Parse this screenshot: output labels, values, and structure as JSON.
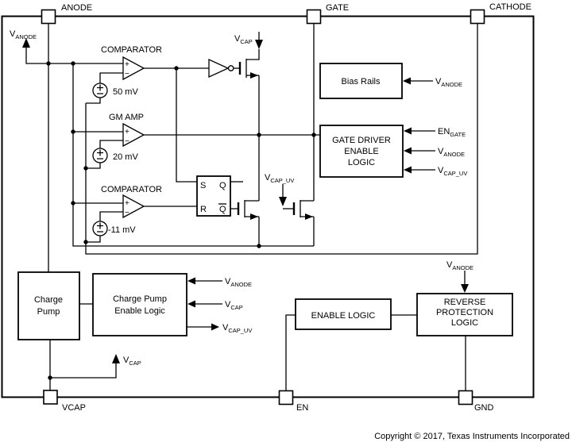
{
  "pins": {
    "anode": "ANODE",
    "gate": "GATE",
    "cathode": "CATHODE",
    "vcap": "VCAP",
    "en": "EN",
    "gnd": "GND"
  },
  "sym": {
    "v": "V",
    "en": "EN",
    "plus": "+",
    "minus": "−",
    "sub_anode": "ANODE",
    "sub_cap": "CAP",
    "sub_cap_uv": "CAP_UV",
    "sub_gate": "GATE"
  },
  "amps": {
    "comp_top": "COMPARATOR",
    "gm": "GM AMP",
    "comp_bottom": "COMPARATOR",
    "offset_top": "50 mV",
    "offset_mid": "20 mV",
    "offset_bottom": "-11 mV"
  },
  "latch": {
    "s": "S",
    "q": "Q",
    "r": "R",
    "qbar": "Q"
  },
  "blocks": {
    "bias_rails": "Bias Rails",
    "gate_driver_enable_logic": [
      "GATE DRIVER",
      "ENABLE",
      "LOGIC"
    ],
    "charge_pump": [
      "Charge",
      "Pump"
    ],
    "charge_pump_enable_logic": [
      "Charge Pump",
      "Enable Logic"
    ],
    "enable_logic": "ENABLE LOGIC",
    "reverse_protection_logic": [
      "REVERSE",
      "PROTECTION",
      "LOGIC"
    ]
  },
  "footer": {
    "copyright": "Copyright © 2017, Texas Instruments Incorporated"
  },
  "colors": {
    "line": "#000000",
    "background": "#ffffff"
  }
}
